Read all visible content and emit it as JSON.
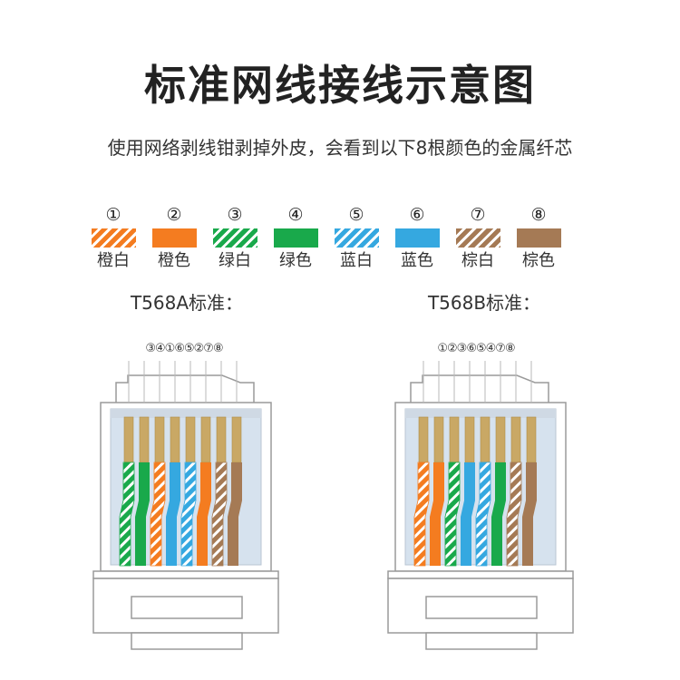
{
  "title": "标准网线接线示意图",
  "subtitle": "使用网络剥线钳剥掉外皮，会看到以下8根颜色的金属纤芯",
  "colors": {
    "orange": "#f47c20",
    "green": "#19a94b",
    "blue": "#35a8e0",
    "brown": "#a57a55",
    "copper": "#c9a865",
    "housing": "#9a9a9a",
    "housing_light": "#d6e2ee",
    "text": "#333333"
  },
  "legend": [
    {
      "num": "①",
      "label": "橙白",
      "color": "orange",
      "striped": true
    },
    {
      "num": "②",
      "label": "橙色",
      "color": "orange",
      "striped": false
    },
    {
      "num": "③",
      "label": "绿白",
      "color": "green",
      "striped": true
    },
    {
      "num": "④",
      "label": "绿色",
      "color": "green",
      "striped": false
    },
    {
      "num": "⑤",
      "label": "蓝白",
      "color": "blue",
      "striped": true
    },
    {
      "num": "⑥",
      "label": "蓝色",
      "color": "blue",
      "striped": false
    },
    {
      "num": "⑦",
      "label": "棕白",
      "color": "brown",
      "striped": true
    },
    {
      "num": "⑧",
      "label": "棕色",
      "color": "brown",
      "striped": false
    }
  ],
  "standards": [
    {
      "name": "T568A标准：",
      "order_text": "③④①⑥⑤②⑦⑧",
      "order": [
        3,
        4,
        1,
        6,
        5,
        2,
        7,
        8
      ]
    },
    {
      "name": "T568B标准：",
      "order_text": "①②③⑥⑤④⑦⑧",
      "order": [
        1,
        2,
        3,
        6,
        5,
        4,
        7,
        8
      ]
    }
  ]
}
